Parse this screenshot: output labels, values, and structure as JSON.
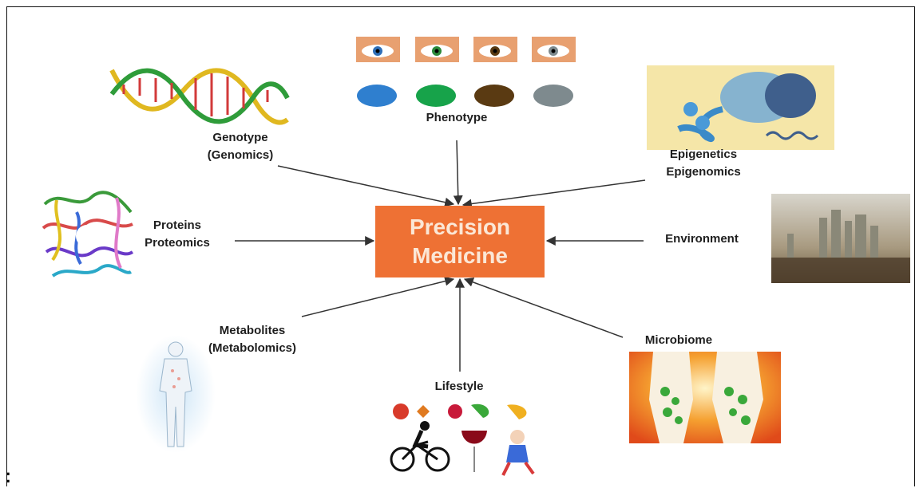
{
  "center": {
    "line1": "Precision",
    "line2": "Medicine",
    "color": "#ee7134"
  },
  "nodes": {
    "genotype": {
      "line1": "Genotype",
      "line2": "(Genomics)",
      "icon": "dna-helix-icon"
    },
    "phenotype": {
      "label": "Phenotype",
      "icon": "eye-color-icon",
      "swatches": [
        "#2f7fcf",
        "#17a34a",
        "#5a3a12",
        "#7e8a8e"
      ]
    },
    "epigenetics": {
      "line1": "Epigenetics",
      "line2": "Epigenomics",
      "icon": "chromatin-icon"
    },
    "proteins": {
      "line1": "Proteins",
      "line2": "Proteomics",
      "icon": "protein-structure-icon"
    },
    "environment": {
      "label": "Environment",
      "icon": "smog-city-icon"
    },
    "metabolites": {
      "line1": "Metabolites",
      "line2": "(Metabolomics)",
      "icon": "human-body-icon"
    },
    "lifestyle": {
      "label": "Lifestyle",
      "icon": "lifestyle-icon"
    },
    "microbiome": {
      "label": "Microbiome",
      "icon": "gut-microbiome-icon"
    }
  },
  "footnote": ":"
}
